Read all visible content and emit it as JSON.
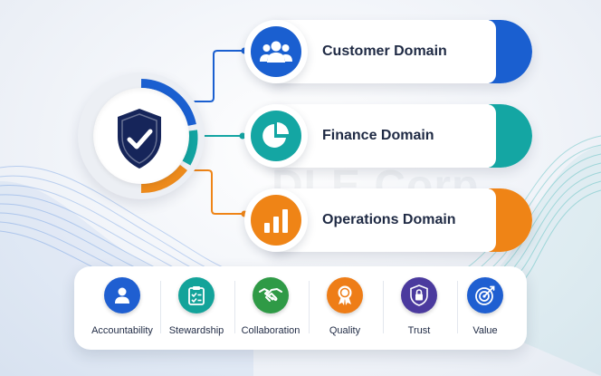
{
  "watermark": "DLE Corp",
  "hub": {
    "icon": "shield-check-icon",
    "colors": {
      "blue": "#1a5fd0",
      "teal": "#12a3a0",
      "orange": "#ec8a1c",
      "navy": "#16255a"
    }
  },
  "domains": [
    {
      "label": "Customer Domain",
      "icon": "users-icon",
      "color": "#1a5fd0"
    },
    {
      "label": "Finance Domain",
      "icon": "pie-chart-icon",
      "color": "#14a6a3"
    },
    {
      "label": "Operations Domain",
      "icon": "bar-chart-icon",
      "color": "#ef8416"
    }
  ],
  "values": [
    {
      "label": "Accountability",
      "icon": "person-icon",
      "color": "#1f5fd1"
    },
    {
      "label": "Stewardship",
      "icon": "clipboard-check-icon",
      "color": "#13a39a"
    },
    {
      "label": "Collaboration",
      "icon": "handshake-icon",
      "color": "#2f9a46"
    },
    {
      "label": "Quality",
      "icon": "award-ribbon-icon",
      "color": "#ee7d17"
    },
    {
      "label": "Trust",
      "icon": "lock-shield-icon",
      "color": "#4b3a9e"
    },
    {
      "label": "Value",
      "icon": "target-icon",
      "color": "#1f5fd1"
    }
  ]
}
